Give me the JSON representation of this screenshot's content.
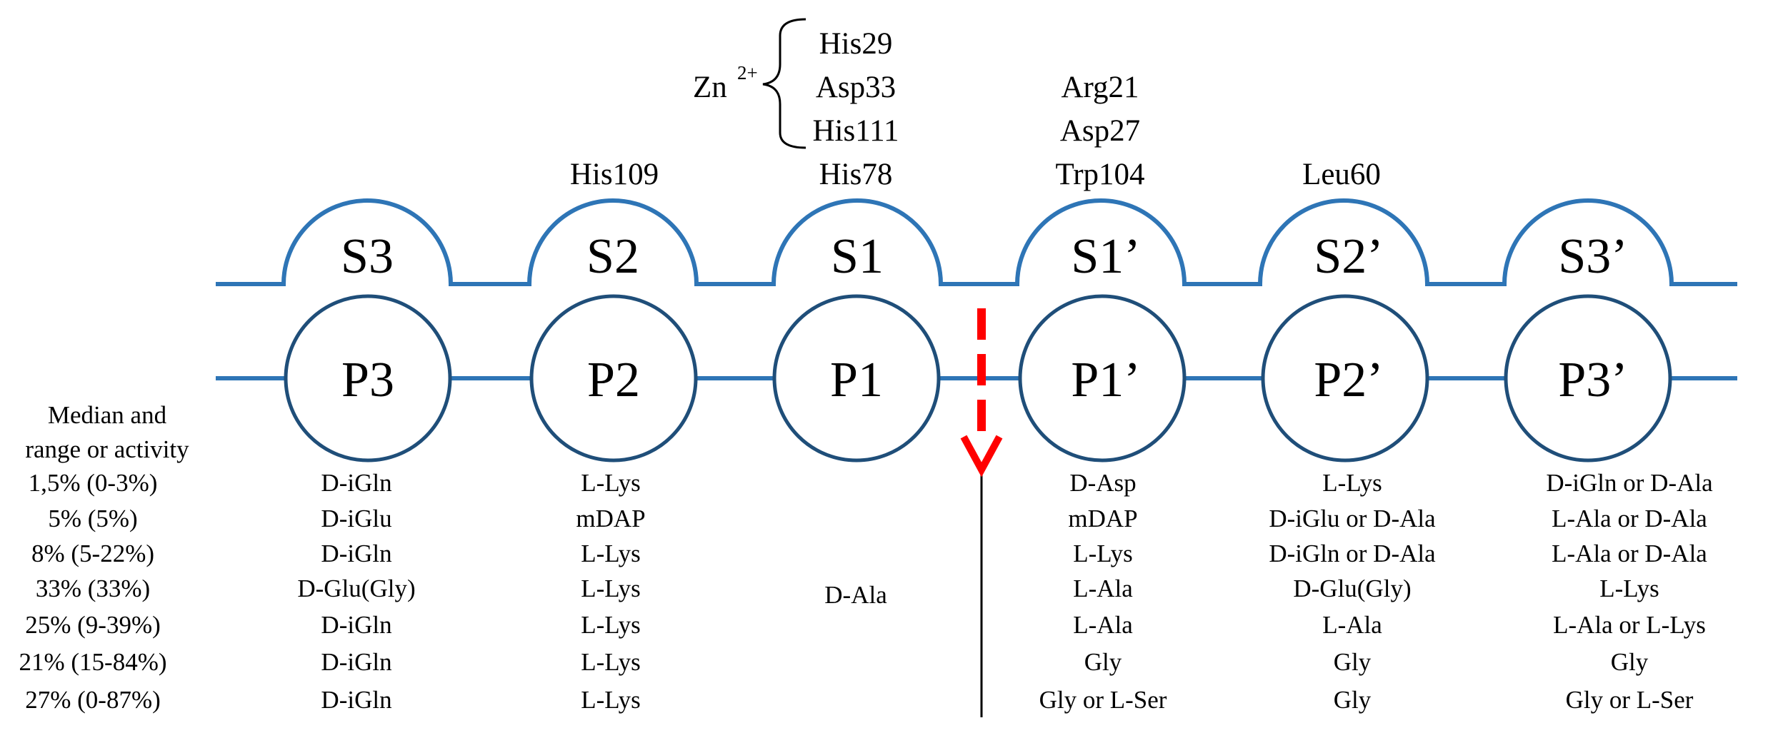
{
  "colors": {
    "line": "#2e75b6",
    "circle_stroke": "#1f4e79",
    "cleavage_arrow": "#ff0000",
    "text": "#000000"
  },
  "zinc": {
    "label": "Zn",
    "charge": "2+",
    "ligands": [
      "His29",
      "Asp33",
      "His111"
    ]
  },
  "s1prime_extra": [
    "Arg21",
    "Asp27"
  ],
  "subsite_residues": {
    "S2": "His109",
    "S1": "His78",
    "S1p": "Trp104",
    "S2p": "Leu60"
  },
  "subsites": [
    "S3",
    "S2",
    "S1",
    "S1’",
    "S2’",
    "S3’"
  ],
  "positions": [
    "P3",
    "P2",
    "P1",
    "P1’",
    "P2’",
    "P3’"
  ],
  "table": {
    "header_line1": "Median and",
    "header_line2": "range or activity",
    "rows": [
      {
        "activity": "1,5% (0-3%)",
        "P3": "D-iGln",
        "P2": "L-Lys",
        "P1": "",
        "P1p": "D-Asp",
        "P2p": "L-Lys",
        "P3p": "D-iGln or D-Ala"
      },
      {
        "activity": "5% (5%)",
        "P3": "D-iGlu",
        "P2": "mDAP",
        "P1": "",
        "P1p": "mDAP",
        "P2p": "D-iGlu or D-Ala",
        "P3p": "L-Ala or D-Ala"
      },
      {
        "activity": "8% (5-22%)",
        "P3": "D-iGln",
        "P2": "L-Lys",
        "P1": "",
        "P1p": "L-Lys",
        "P2p": "D-iGln or D-Ala",
        "P3p": "L-Ala or D-Ala"
      },
      {
        "activity": "33% (33%)",
        "P3": "D-Glu(Gly)",
        "P2": "L-Lys",
        "P1": "D-Ala",
        "P1p": "L-Ala",
        "P2p": "D-Glu(Gly)",
        "P3p": "L-Lys"
      },
      {
        "activity": "25% (9-39%)",
        "P3": "D-iGln",
        "P2": "L-Lys",
        "P1": "",
        "P1p": "L-Ala",
        "P2p": "L-Ala",
        "P3p": "L-Ala or L-Lys"
      },
      {
        "activity": "21% (15-84%)",
        "P3": "D-iGln",
        "P2": "L-Lys",
        "P1": "",
        "P1p": "Gly",
        "P2p": "Gly",
        "P3p": "Gly"
      },
      {
        "activity": "27% (0-87%)",
        "P3": "D-iGln",
        "P2": "L-Lys",
        "P1": "",
        "P1p": "Gly or L-Ser",
        "P2p": "Gly",
        "P3p": "Gly or L-Ser"
      }
    ]
  }
}
